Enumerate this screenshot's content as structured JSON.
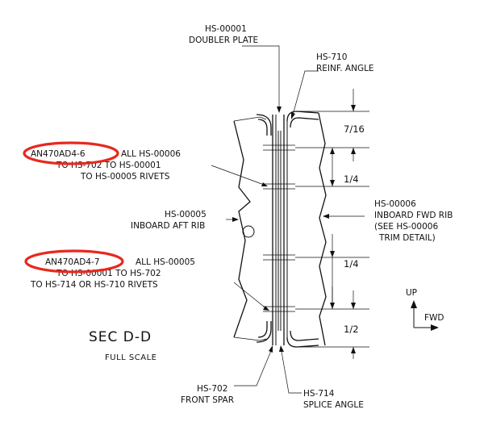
{
  "section": {
    "title": "SEC D-D",
    "scale": "FULL SCALE"
  },
  "callouts": {
    "doubler_plate": {
      "part": "HS-00001",
      "name": "DOUBLER PLATE"
    },
    "reinf_angle": {
      "part": "HS-710",
      "name": "REINF. ANGLE"
    },
    "inboard_aft_rib": {
      "part": "HS-00005",
      "name": "INBOARD AFT RIB"
    },
    "inboard_fwd_rib": {
      "part": "HS-00006",
      "name": "INBOARD FWD RIB",
      "note1": "(SEE HS-00006",
      "note2": "TRIM DETAIL)"
    },
    "front_spar": {
      "part": "HS-702",
      "name": "FRONT SPAR"
    },
    "splice_angle": {
      "part": "HS-714",
      "name": "SPLICE ANGLE"
    }
  },
  "rivet_notes": {
    "upper": {
      "rivet": "AN470AD4-6",
      "line1_rest": "ALL HS-00006",
      "line2": "TO HS-702 TO HS-00001",
      "line3": "TO HS-00005 RIVETS"
    },
    "lower": {
      "rivet": "AN470AD4-7",
      "line1_rest": "ALL HS-00005",
      "line2": "TO HS-00001 TO HS-702",
      "line3": "TO HS-714 OR HS-710 RIVETS"
    }
  },
  "dimensions": [
    "7/16",
    "1/4",
    "1/4",
    "1/2"
  ],
  "orientation": {
    "up": "UP",
    "fwd": "FWD"
  },
  "colors": {
    "highlight": "#e8281e",
    "ink": "#111111"
  }
}
